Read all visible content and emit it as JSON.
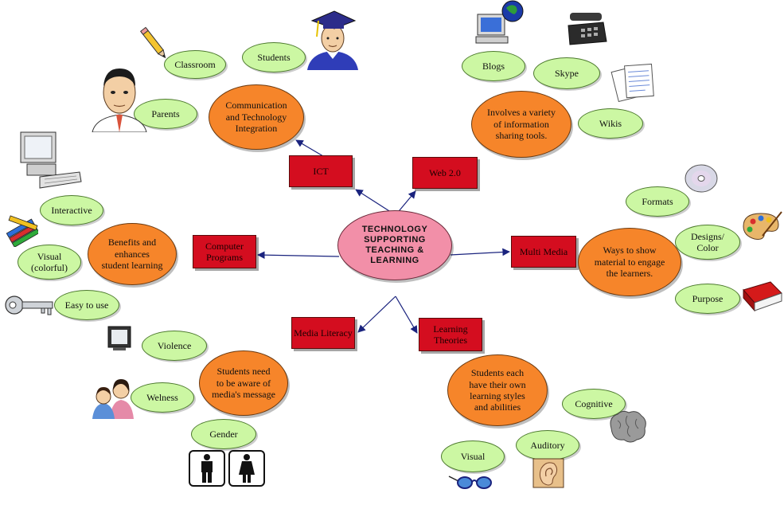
{
  "diagram": {
    "center": "TECHNOLOGY\nSUPPORTING\nTEACHING &\nLEARNING",
    "branches": {
      "ict": "ICT",
      "web": "Web 2.0",
      "computer": "Computer\nPrograms",
      "multimedia": "Multi Media",
      "medialit": "Media Literacy",
      "learning": "Learning\nTheories"
    },
    "descriptions": {
      "ict": "Communication\nand Technology\nIntegration",
      "web": "Involves a variety\nof information\nsharing tools.",
      "computer": "Benefits and\nenhances\nstudent learning",
      "multimedia": "Ways to show\nmaterial to engage\nthe learners.",
      "medialit": "Students need\nto be aware of\nmedia's message",
      "learning": "Students each\nhave their own\nlearning styles\nand abilities"
    },
    "items": {
      "classroom": "Classroom",
      "students": "Students",
      "parents": "Parents",
      "blogs": "Blogs",
      "skype": "Skype",
      "wikis": "Wikis",
      "interactive": "Interactive",
      "visual_colorful": "Visual\n(colorful)",
      "easy": "Easy to use",
      "formats": "Formats",
      "designs": "Designs/\nColor",
      "purpose": "Purpose",
      "violence": "Violence",
      "welness": "Welness",
      "gender": "Gender",
      "cognitive": "Cognitive",
      "auditory": "Auditory",
      "visual": "Visual"
    },
    "clipart": [
      "pencil-icon",
      "graduate-icon",
      "man-face-icon",
      "computer-globe-icon",
      "telephone-icon",
      "papers-icon",
      "desktop-computer-icon",
      "crayons-icon",
      "key-icon",
      "cd-icon",
      "paint-palette-icon",
      "book-icon",
      "tv-icon",
      "family-icon",
      "restroom-icon",
      "brain-icon",
      "ear-icon",
      "glasses-icon"
    ],
    "colors": {
      "center": "#f28fa8",
      "branch": "#d40d1f",
      "description": "#f6852a",
      "item": "#ccf7a3",
      "connector": "#1a237e"
    }
  }
}
